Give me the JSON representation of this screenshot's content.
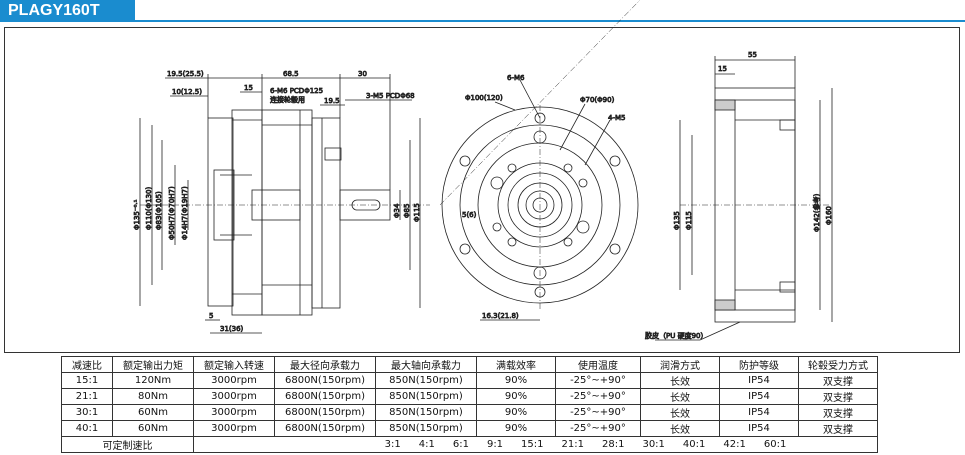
{
  "header": {
    "model": "PLAGY160T"
  },
  "side_view": {
    "dim_top1": "19.5(25.5)",
    "dim_top2": "68.5",
    "dim_top3": "30",
    "dim_10": "10(12.5)",
    "dim_15": "15",
    "note_holes": "6-M6 PCDΦ125",
    "note_holes_sub": "连接轮毂用",
    "dim_195": "19.5",
    "note_m5": "3-M5 PCDΦ68",
    "dia_135": "Φ135⁻⁰·¹",
    "dia_110": "Φ110(Φ130)",
    "dia_83": "Φ83(Φ105)",
    "dia_50": "Φ50H7(Φ70H7)",
    "dia_14": "Φ14H7(Φ19H7)",
    "dia_34": "Φ34",
    "dia_85": "Φ85",
    "dia_115": "Φ115",
    "dim_5": "5",
    "dim_31": "31(36)"
  },
  "front_view": {
    "label_6m6": "6-M6",
    "label_phi100": "Φ100(120)",
    "label_phi70": "Φ70(Φ90)",
    "label_4m5": "4-M5",
    "label_5": "5(6)",
    "label_163": "16.3(21.8)"
  },
  "right_view": {
    "dim_55": "55",
    "dim_15": "15",
    "dia_135": "Φ135",
    "dia_115": "Φ115",
    "dia_142": "Φ142(参考)",
    "dia_160": "Φ160",
    "note_tire": "胶皮（PU 硬度90）"
  },
  "table": {
    "headers": [
      "减速比",
      "额定输出力矩",
      "额定输入转速",
      "最大径向承载力",
      "最大轴向承载力",
      "满载效率",
      "使用温度",
      "润滑方式",
      "防护等级",
      "轮毂受力方式"
    ],
    "rows": [
      [
        "15:1",
        "120Nm",
        "3000rpm",
        "6800N(150rpm)",
        "850N(150rpm)",
        "90%",
        "-25°~+90°",
        "长效",
        "IP54",
        "双支撑"
      ],
      [
        "21:1",
        "80Nm",
        "3000rpm",
        "6800N(150rpm)",
        "850N(150rpm)",
        "90%",
        "-25°~+90°",
        "长效",
        "IP54",
        "双支撑"
      ],
      [
        "30:1",
        "60Nm",
        "3000rpm",
        "6800N(150rpm)",
        "850N(150rpm)",
        "90%",
        "-25°~+90°",
        "长效",
        "IP54",
        "双支撑"
      ],
      [
        "40:1",
        "60Nm",
        "3000rpm",
        "6800N(150rpm)",
        "850N(150rpm)",
        "90%",
        "-25°~+90°",
        "长效",
        "IP54",
        "双支撑"
      ]
    ],
    "custom_label": "可定制速比",
    "custom_ratios": [
      "3:1",
      "4:1",
      "6:1",
      "9:1",
      "15:1",
      "21:1",
      "28:1",
      "30:1",
      "40:1",
      "42:1",
      "60:1"
    ]
  },
  "colors": {
    "accent": "#1a8ccf",
    "line": "#222222"
  }
}
